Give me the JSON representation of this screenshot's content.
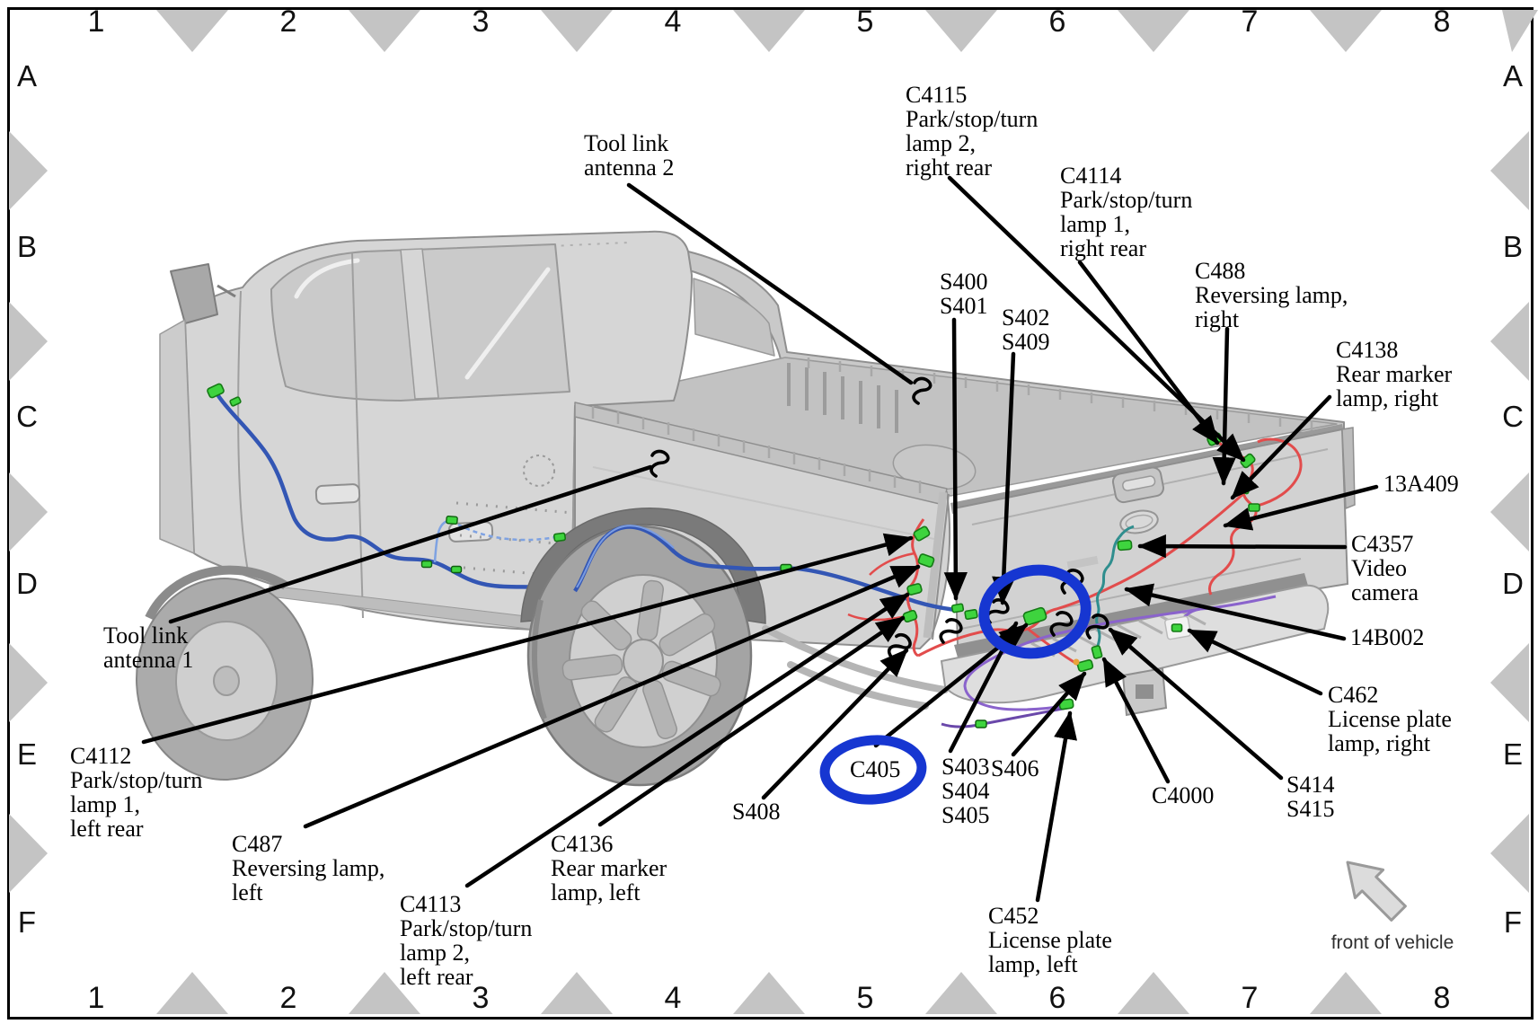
{
  "grid": {
    "columns": [
      "1",
      "2",
      "3",
      "4",
      "5",
      "6",
      "7",
      "8"
    ],
    "rows": [
      "A",
      "B",
      "C",
      "D",
      "E",
      "F"
    ]
  },
  "callouts": {
    "tool_link_antenna_2": {
      "lines": [
        "Tool link",
        "antenna 2"
      ]
    },
    "c4115": {
      "lines": [
        "C4115",
        "Park/stop/turn",
        "lamp 2,",
        "right rear"
      ]
    },
    "c4114": {
      "lines": [
        "C4114",
        "Park/stop/turn",
        "lamp 1,",
        "right rear"
      ]
    },
    "c488": {
      "lines": [
        "C488",
        "Reversing lamp,",
        "right"
      ]
    },
    "c4138": {
      "lines": [
        "C4138",
        "Rear marker",
        "lamp, right"
      ]
    },
    "s400_s401": {
      "lines": [
        "S400",
        "S401"
      ]
    },
    "s402_s409": {
      "lines": [
        "S402",
        "S409"
      ]
    },
    "p13a409": {
      "lines": [
        "13A409"
      ]
    },
    "c4357": {
      "lines": [
        "C4357",
        "Video",
        "camera"
      ]
    },
    "p14b002": {
      "lines": [
        "14B002"
      ]
    },
    "c462": {
      "lines": [
        "C462",
        "License plate",
        "lamp, right"
      ]
    },
    "s414_s415": {
      "lines": [
        "S414",
        "S415"
      ]
    },
    "c4000": {
      "lines": [
        "C4000"
      ]
    },
    "s406": {
      "lines": [
        "S406"
      ]
    },
    "s403_s404_s405": {
      "lines": [
        "S403",
        "S404",
        "S405"
      ]
    },
    "c405": {
      "lines": [
        "C405"
      ]
    },
    "s408": {
      "lines": [
        "S408"
      ]
    },
    "c452": {
      "lines": [
        "C452",
        "License plate",
        "lamp, left"
      ]
    },
    "c4136": {
      "lines": [
        "C4136",
        "Rear marker",
        "lamp, left"
      ]
    },
    "c4113": {
      "lines": [
        "C4113",
        "Park/stop/turn",
        "lamp 2,",
        "left rear"
      ]
    },
    "c487": {
      "lines": [
        "C487",
        "Reversing lamp,",
        "left"
      ]
    },
    "c4112": {
      "lines": [
        "C4112",
        "Park/stop/turn",
        "lamp 1,",
        "left rear"
      ]
    },
    "tool_link_antenna_1": {
      "lines": [
        "Tool link",
        "antenna 1"
      ]
    }
  },
  "footer": {
    "front_of_vehicle": "front of vehicle"
  },
  "colors": {
    "highlight_blue": "#1636d1",
    "connector_green": "#3ed43e",
    "wire_blue": "#3356b4",
    "wire_blue_light": "#7ea2e2",
    "wire_red": "#e24c4c",
    "wire_teal": "#2f8e8e",
    "wire_purple": "#8a63cc",
    "arrow_black": "#000000",
    "triangle_gray": "#c4c4c4"
  },
  "icons": {
    "front_of_vehicle_arrow": "block-arrow-up-left",
    "harness_break": "squiggle"
  }
}
